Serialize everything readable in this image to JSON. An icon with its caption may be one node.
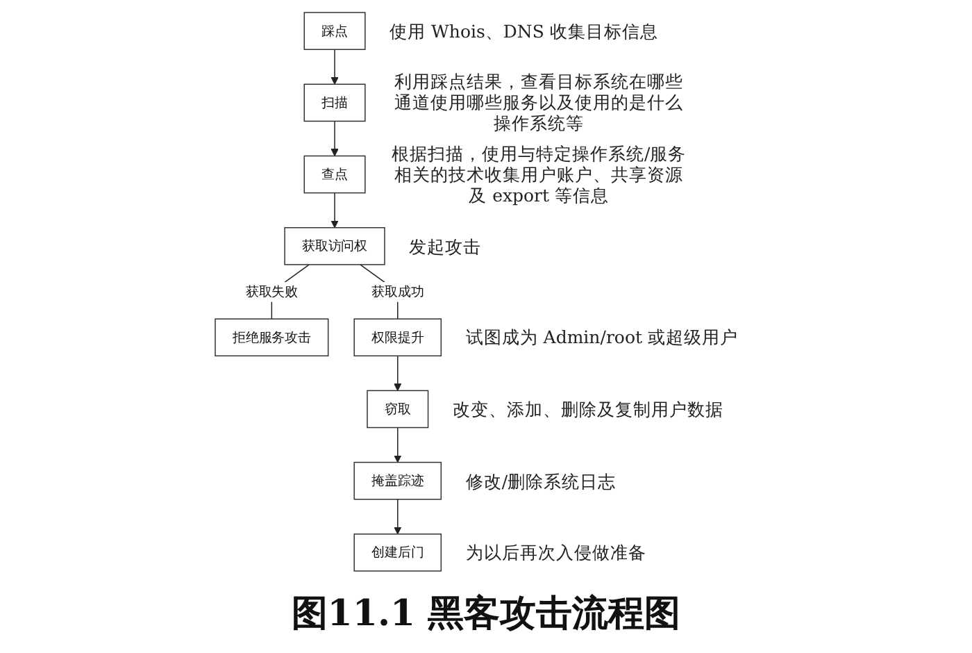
{
  "diagram": {
    "caption": "图11.1 黑客攻击流程图",
    "nodes": [
      {
        "text": [
          "踩点"
        ],
        "beside": [
          "使用 Whois、DNS 收集目标信息"
        ]
      },
      {
        "text": [
          "扫描"
        ],
        "beside": [
          "利用踩点结果，查看目标系统在哪些通道使用哪些服务以及使用的是什么操作系统等"
        ]
      },
      {
        "text": [
          "查点"
        ],
        "beside": [
          "根据扫描，使用与特定操作系统/服务相关的技术收集用户账户、共享资源及 export 等信息"
        ]
      },
      {
        "text": [
          "获取访问权"
        ],
        "beside": [
          "发起攻击"
        ]
      },
      {
        "text": [
          "拒绝服务攻击"
        ]
      },
      {
        "text": [
          "权限提升"
        ],
        "beside": [
          "试图成为 Admin/root 或超级用户"
        ]
      },
      {
        "text": [
          "窃取"
        ],
        "beside": [
          "改变、添加、删除及复制用户数据"
        ]
      },
      {
        "text": [
          "掩盖踪迹"
        ],
        "beside": [
          "修改/删除系统日志"
        ]
      },
      {
        "text": [
          "创建后门"
        ],
        "beside": [
          "为以后再次入侵做准备"
        ]
      }
    ],
    "edges": [
      {
        "from": 0,
        "to": 1,
        "arrow": "to"
      },
      {
        "from": 1,
        "to": 2,
        "arrow": "to"
      },
      {
        "from": 2,
        "to": 3,
        "arrow": "to"
      },
      {
        "from": 3,
        "to": 4,
        "arrow": "none",
        "label": "获取失败"
      },
      {
        "from": 3,
        "to": 5,
        "arrow": "none",
        "label": "获取成功"
      },
      {
        "from": 5,
        "to": 6,
        "arrow": "to"
      },
      {
        "from": 6,
        "to": 7,
        "arrow": "to"
      },
      {
        "from": 7,
        "to": 8,
        "arrow": "to"
      }
    ]
  }
}
